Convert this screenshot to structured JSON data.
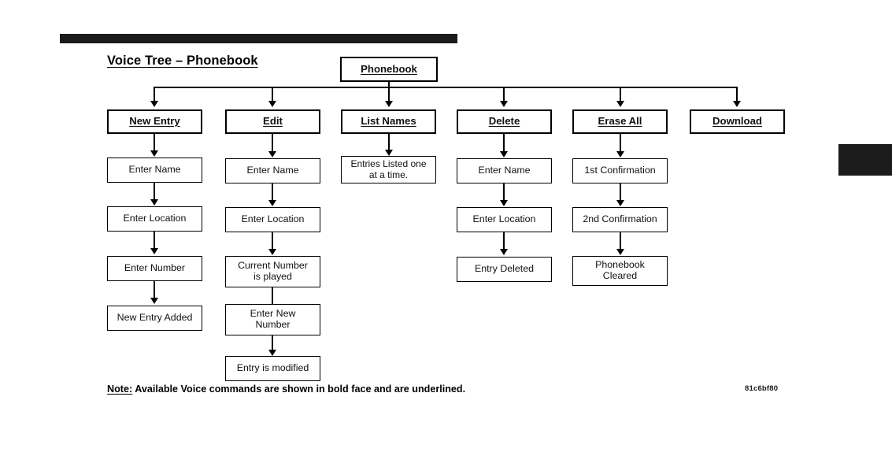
{
  "page": {
    "title": "Voice Tree – Phonebook",
    "figure_code": "81c6bf80",
    "note_lead": "Note:",
    "note_text": " Available Voice commands are shown in bold face and are underlined.",
    "ink_color": "#000000",
    "bar_color": "#1b1b1b"
  },
  "diagram": {
    "type": "tree",
    "root": {
      "label": "Phonebook",
      "style": "voice-command"
    },
    "branches": [
      {
        "id": "new-entry",
        "command": "New Entry",
        "steps": [
          "Enter Name",
          "Enter Location",
          "Enter Number",
          "New Entry Added"
        ]
      },
      {
        "id": "edit",
        "command": "Edit",
        "steps": [
          "Enter Name",
          "Enter Location",
          "Current Number\nis played",
          "Enter New\nNumber",
          "Entry is modified"
        ]
      },
      {
        "id": "list-names",
        "command": "List Names",
        "steps": [
          "Entries Listed one\nat a time."
        ]
      },
      {
        "id": "delete",
        "command": "Delete",
        "steps": [
          "Enter Name",
          "Enter Location",
          "Entry Deleted"
        ]
      },
      {
        "id": "erase-all",
        "command": "Erase All",
        "steps": [
          "1st Confirmation",
          "2nd Confirmation",
          "Phonebook\nCleared"
        ]
      },
      {
        "id": "download",
        "command": "Download",
        "steps": []
      }
    ]
  }
}
